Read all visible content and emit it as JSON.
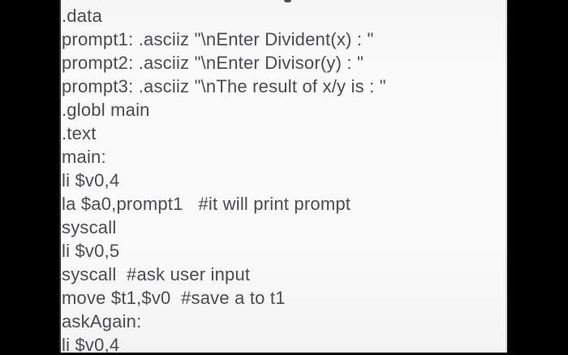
{
  "window": {
    "kind": "code screenshot with letterbox bars",
    "letterbox_color": "#000000",
    "page_color": "#fafafa",
    "text_color": "#4b4b50",
    "left_border_color": "#2e2e2e",
    "right_border_color": "#d8d8d8"
  },
  "code": {
    "language": "MIPS assembly",
    "lines": [
      ".data",
      "prompt1: .asciiz \"\\nEnter Divident(x) : \"",
      "prompt2: .asciiz \"\\nEnter Divisor(y) : \"",
      "prompt3: .asciiz \"\\nThe result of x/y is : \"",
      ".globl main",
      ".text",
      "main:",
      "li $v0,4",
      "la $a0,prompt1   #it will print prompt",
      "syscall",
      "li $v0,5",
      "syscall  #ask user input",
      "move $t1,$v0  #save a to t1",
      "askAgain:",
      "li $v0,4"
    ]
  }
}
